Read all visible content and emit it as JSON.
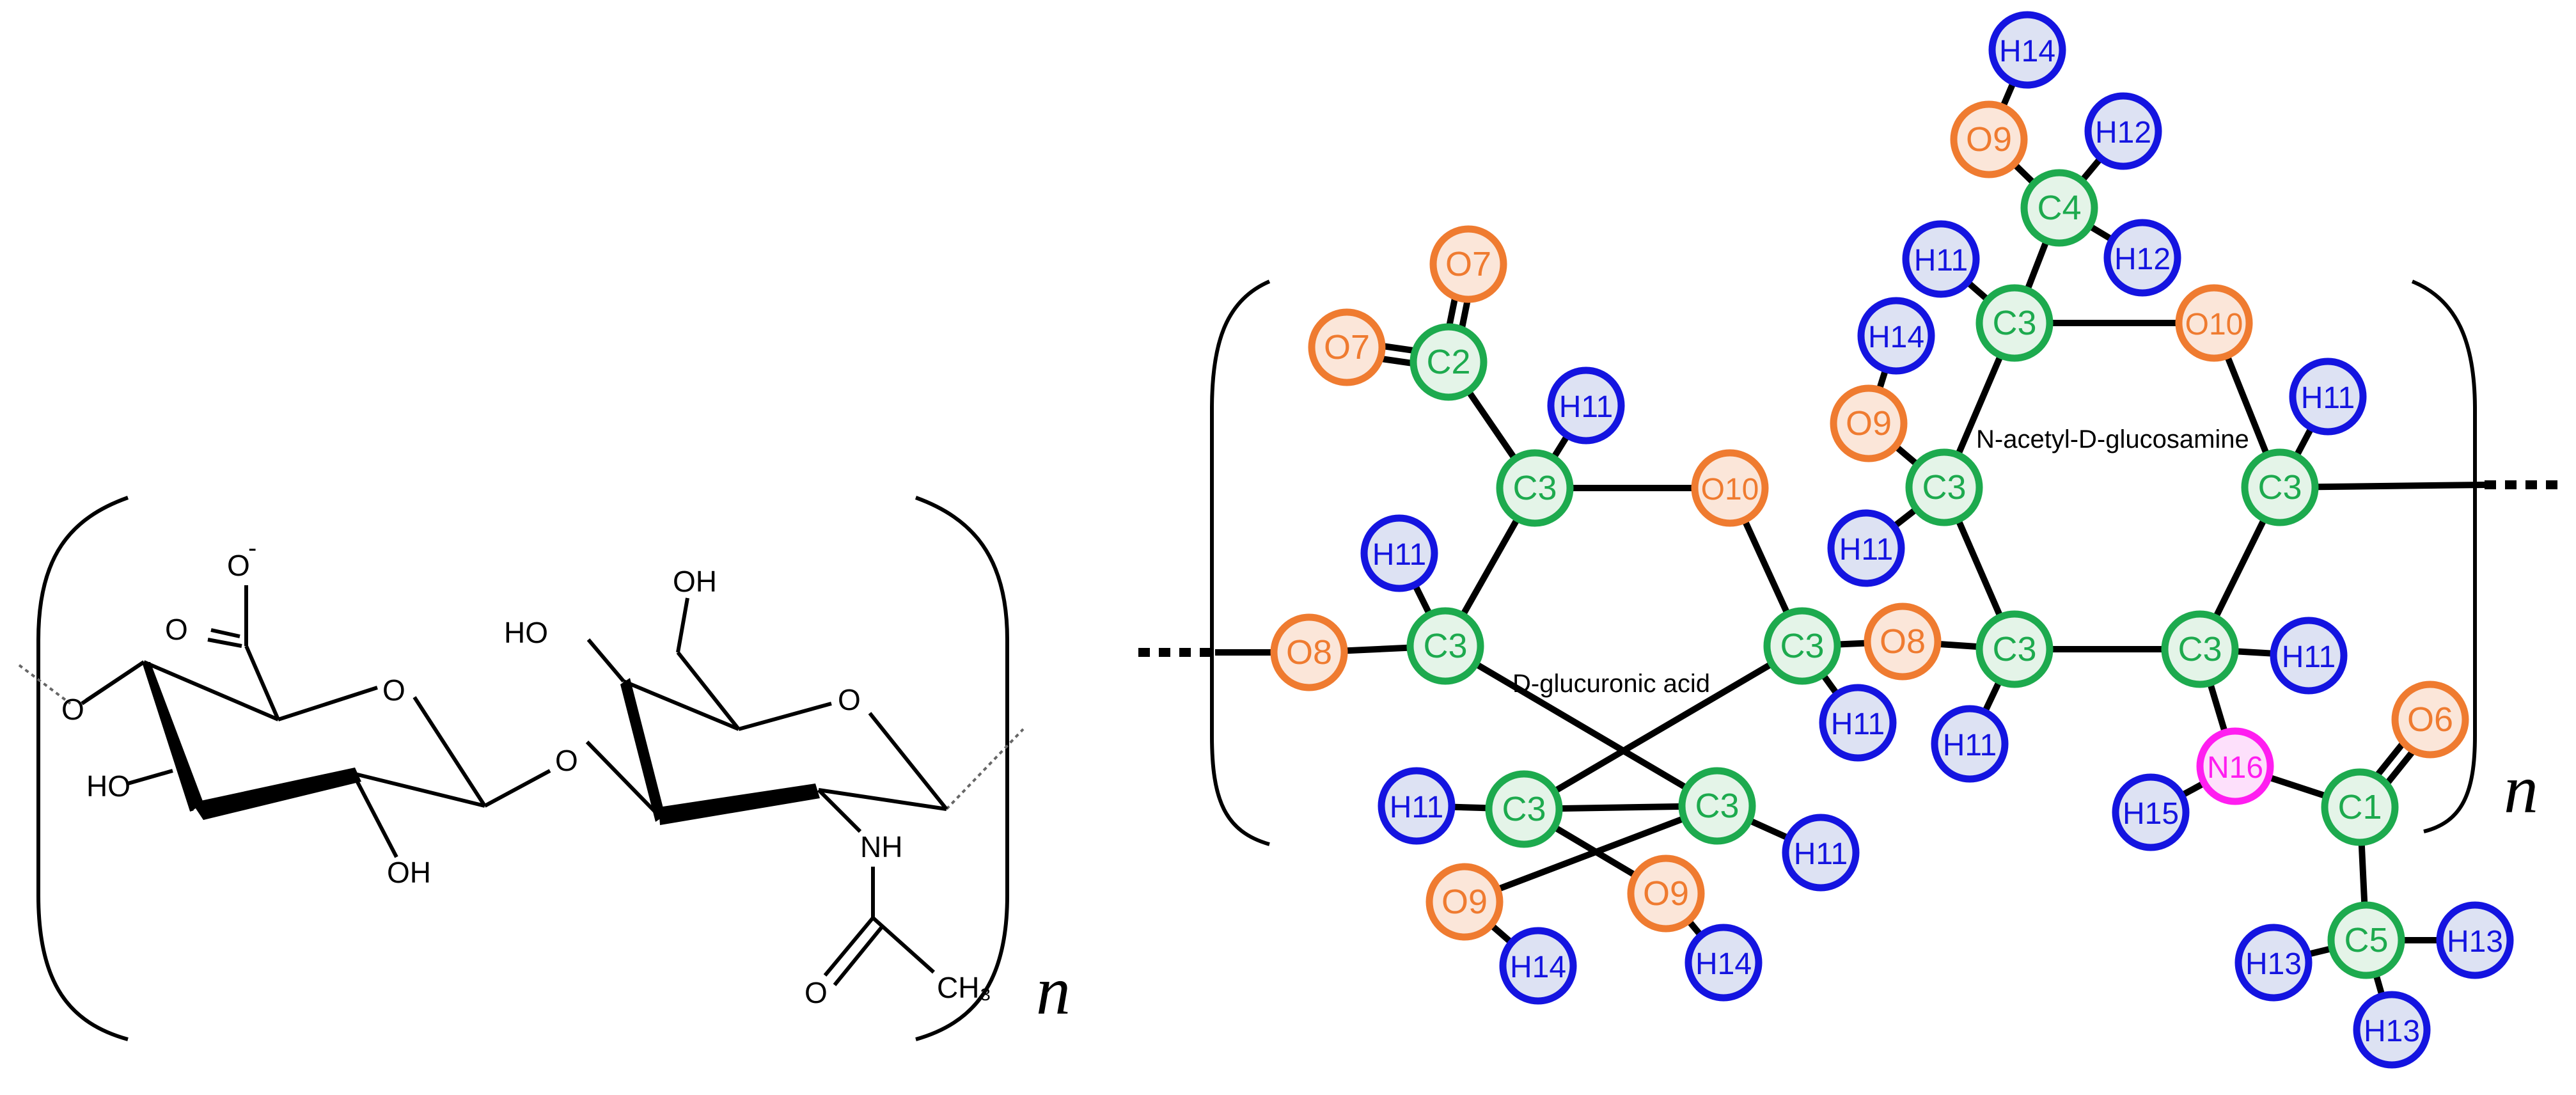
{
  "colors": {
    "carbon": "#1daa4e",
    "carbon_fill": "#e4f4e8",
    "oxygen": "#ef7b30",
    "oxygen_fill": "#fbe6d9",
    "hydrogen": "#1414e0",
    "hydrogen_fill": "#dde2f3",
    "nitrogen": "#ff1ef0",
    "nitrogen_fill": "#fde0fb"
  },
  "left": {
    "repeat_label": "n",
    "labels": {
      "o_minus": "O",
      "minus": "-",
      "o_carbonyl": "O",
      "ring_o1": "O",
      "o_left": "O",
      "ho1": "HO",
      "oh1": "OH",
      "o_link": "O",
      "ho2": "HO",
      "oh2": "OH",
      "ring_o2": "O",
      "nh": "NH",
      "o_acetyl": "O",
      "ch3": "CH₃"
    }
  },
  "right": {
    "repeat_label": "n",
    "residue_labels": {
      "glucuronic": "D-glucuronic acid",
      "glucosamine": "N-acetyl-D-glucosamine"
    },
    "atoms": [
      {
        "id": "O7a",
        "label": "O7",
        "el": "oxygen"
      },
      {
        "id": "O7b",
        "label": "O7",
        "el": "oxygen"
      },
      {
        "id": "C2",
        "label": "C2",
        "el": "carbon"
      },
      {
        "id": "H11a",
        "label": "H11",
        "el": "hydrogen"
      },
      {
        "id": "C3a",
        "label": "C3",
        "el": "carbon"
      },
      {
        "id": "O10a",
        "label": "O10",
        "el": "oxygen"
      },
      {
        "id": "H11b",
        "label": "H11",
        "el": "hydrogen"
      },
      {
        "id": "O8a",
        "label": "O8",
        "el": "oxygen"
      },
      {
        "id": "C3b",
        "label": "C3",
        "el": "carbon"
      },
      {
        "id": "C3c",
        "label": "C3",
        "el": "carbon"
      },
      {
        "id": "O8b",
        "label": "O8",
        "el": "oxygen"
      },
      {
        "id": "H11c",
        "label": "H11",
        "el": "hydrogen"
      },
      {
        "id": "H11d",
        "label": "H11",
        "el": "hydrogen"
      },
      {
        "id": "C3d",
        "label": "C3",
        "el": "carbon"
      },
      {
        "id": "C3e",
        "label": "C3",
        "el": "carbon"
      },
      {
        "id": "H11e",
        "label": "H11",
        "el": "hydrogen"
      },
      {
        "id": "O9a",
        "label": "O9",
        "el": "oxygen"
      },
      {
        "id": "O9b",
        "label": "O9",
        "el": "oxygen"
      },
      {
        "id": "H14a",
        "label": "H14",
        "el": "hydrogen"
      },
      {
        "id": "H14b",
        "label": "H14",
        "el": "hydrogen"
      },
      {
        "id": "H14c",
        "label": "H14",
        "el": "hydrogen"
      },
      {
        "id": "O9c",
        "label": "O9",
        "el": "oxygen"
      },
      {
        "id": "H12a",
        "label": "H12",
        "el": "hydrogen"
      },
      {
        "id": "C4",
        "label": "C4",
        "el": "carbon"
      },
      {
        "id": "H11f",
        "label": "H11",
        "el": "hydrogen"
      },
      {
        "id": "H12b",
        "label": "H12",
        "el": "hydrogen"
      },
      {
        "id": "C3f",
        "label": "C3",
        "el": "carbon"
      },
      {
        "id": "O10b",
        "label": "O10",
        "el": "oxygen"
      },
      {
        "id": "H14d",
        "label": "H14",
        "el": "hydrogen"
      },
      {
        "id": "O9d",
        "label": "O9",
        "el": "oxygen"
      },
      {
        "id": "H11g",
        "label": "H11",
        "el": "hydrogen"
      },
      {
        "id": "C3g",
        "label": "C3",
        "el": "carbon"
      },
      {
        "id": "C3h",
        "label": "C3",
        "el": "carbon"
      },
      {
        "id": "H11h",
        "label": "H11",
        "el": "hydrogen"
      },
      {
        "id": "C3i",
        "label": "C3",
        "el": "carbon"
      },
      {
        "id": "C3j",
        "label": "C3",
        "el": "carbon"
      },
      {
        "id": "H11i",
        "label": "H11",
        "el": "hydrogen"
      },
      {
        "id": "H11j",
        "label": "H11",
        "el": "hydrogen"
      },
      {
        "id": "N16",
        "label": "N16",
        "el": "nitrogen"
      },
      {
        "id": "O6",
        "label": "O6",
        "el": "oxygen"
      },
      {
        "id": "H15",
        "label": "H15",
        "el": "hydrogen"
      },
      {
        "id": "C1",
        "label": "C1",
        "el": "carbon"
      },
      {
        "id": "C5",
        "label": "C5",
        "el": "carbon"
      },
      {
        "id": "H13a",
        "label": "H13",
        "el": "hydrogen"
      },
      {
        "id": "H13b",
        "label": "H13",
        "el": "hydrogen"
      },
      {
        "id": "H13c",
        "label": "H13",
        "el": "hydrogen"
      }
    ],
    "bonds": [
      [
        "O7a",
        "C2",
        2
      ],
      [
        "O7b",
        "C2",
        2
      ],
      [
        "C2",
        "C3a",
        1
      ],
      [
        "C3a",
        "H11a",
        1
      ],
      [
        "C3a",
        "O10a",
        1
      ],
      [
        "C3a",
        "C3b",
        1
      ],
      [
        "C3b",
        "H11b",
        1
      ],
      [
        "C3b",
        "O8a",
        1
      ],
      [
        "C3b",
        "C3e",
        1
      ],
      [
        "C3e",
        "H11e",
        1
      ],
      [
        "C3e",
        "O9a",
        1
      ],
      [
        "O9a",
        "H14a",
        1
      ],
      [
        "C3e",
        "C3d",
        1
      ],
      [
        "C3d",
        "O9b",
        1
      ],
      [
        "O9b",
        "H14b",
        1
      ],
      [
        "C3d",
        "H11d",
        1
      ],
      [
        "C3d",
        "C3c",
        1
      ],
      [
        "C3c",
        "O10a",
        1
      ],
      [
        "C3c",
        "H11c",
        1
      ],
      [
        "C3c",
        "O8b",
        1
      ],
      [
        "O8b",
        "C3h",
        1
      ],
      [
        "C3h",
        "H11h",
        1
      ],
      [
        "C3h",
        "C3g",
        1
      ],
      [
        "C3h",
        "C3i",
        1
      ],
      [
        "C3g",
        "H11g",
        1
      ],
      [
        "C3g",
        "O9d",
        1
      ],
      [
        "O9d",
        "H14d",
        1
      ],
      [
        "C3g",
        "C3f",
        1
      ],
      [
        "C3f",
        "H11f",
        1
      ],
      [
        "C3f",
        "C4",
        1
      ],
      [
        "C4",
        "O9c",
        1
      ],
      [
        "O9c",
        "H14c",
        1
      ],
      [
        "C4",
        "H12a",
        1
      ],
      [
        "C4",
        "H12b",
        1
      ],
      [
        "C3f",
        "O10b",
        1
      ],
      [
        "O10b",
        "C3j",
        1
      ],
      [
        "C3j",
        "H11j",
        1
      ],
      [
        "C3j",
        "C3i",
        1
      ],
      [
        "C3i",
        "H11i",
        1
      ],
      [
        "C3i",
        "N16",
        1
      ],
      [
        "N16",
        "H15",
        1
      ],
      [
        "N16",
        "C1",
        1
      ],
      [
        "C1",
        "O6",
        2
      ],
      [
        "C1",
        "C5",
        1
      ],
      [
        "C5",
        "H13a",
        1
      ],
      [
        "C5",
        "H13b",
        1
      ],
      [
        "C5",
        "H13c",
        1
      ]
    ]
  }
}
